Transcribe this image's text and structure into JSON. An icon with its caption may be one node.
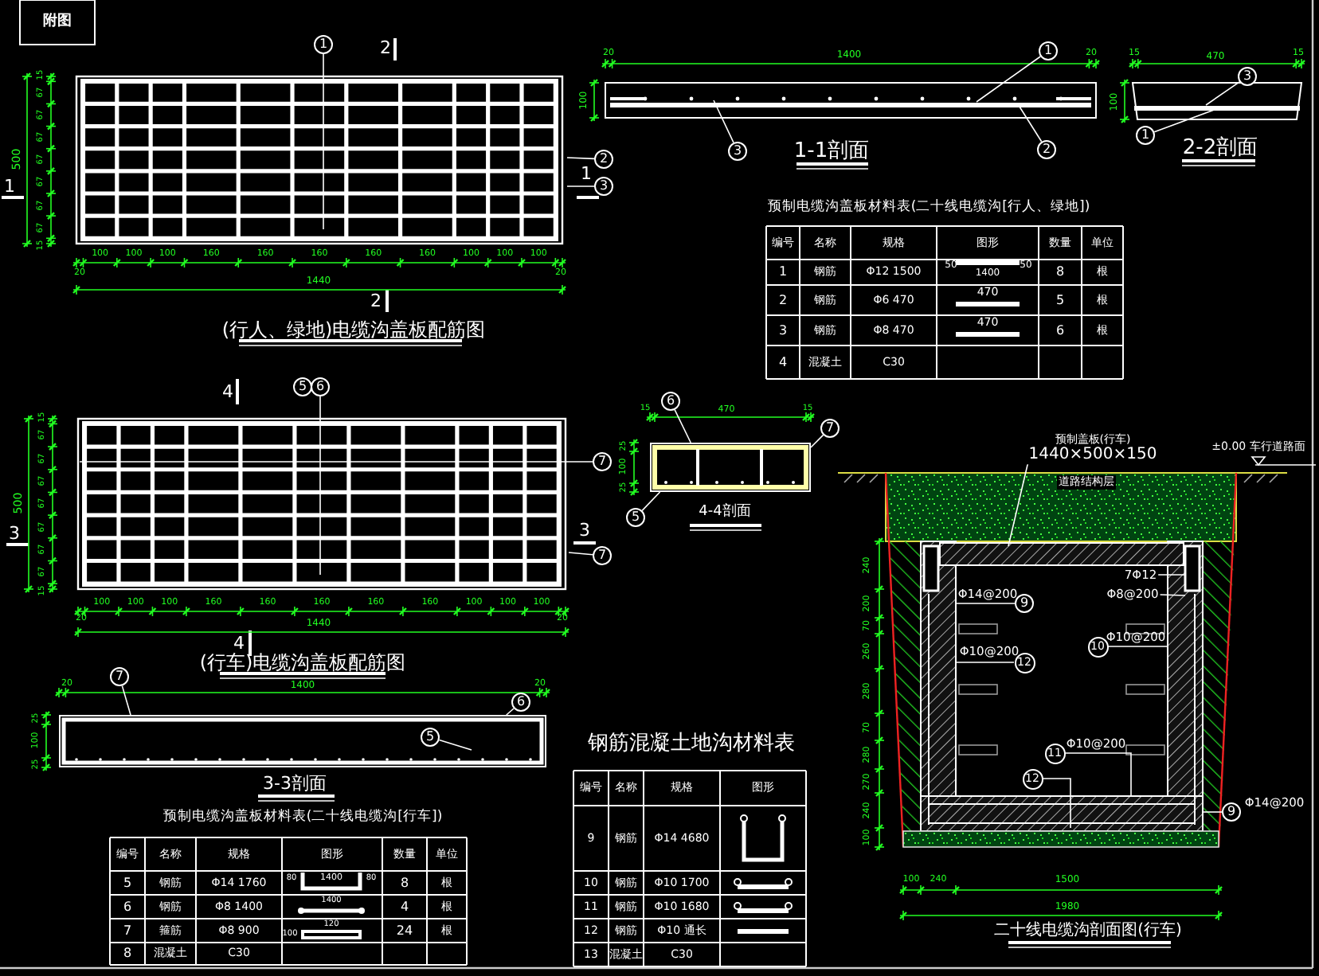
{
  "diagram": {
    "nodes": [
      {
        "text": [
          "1"
        ]
      },
      {
        "text": [
          "2"
        ]
      },
      {
        "text": [
          "3"
        ]
      },
      {
        "text": [
          "1"
        ]
      },
      {
        "text": [
          "3"
        ]
      },
      {
        "text": [
          "2"
        ]
      },
      {
        "text": [
          "3"
        ]
      },
      {
        "text": [
          "1"
        ]
      },
      {
        "text": [
          "5"
        ]
      },
      {
        "text": [
          "6"
        ]
      },
      {
        "text": [
          "7"
        ]
      },
      {
        "text": [
          "7"
        ]
      },
      {
        "text": [],
        "shape": "box",
        "beside": [
          "4-4剖面"
        ]
      },
      {
        "text": [
          "6"
        ]
      },
      {
        "text": [
          "7"
        ]
      },
      {
        "text": [
          "5"
        ]
      },
      {
        "text": [],
        "shape": "box",
        "beside": [
          "3-3剖面"
        ]
      },
      {
        "text": [
          "7"
        ]
      },
      {
        "text": [
          "6"
        ]
      },
      {
        "text": [
          "5"
        ],
        "in": 16
      },
      {
        "text": [
          "9"
        ],
        "beside": [
          "Φ14@200"
        ]
      },
      {
        "text": [
          "12"
        ],
        "beside": [
          "Φ10@200"
        ]
      },
      {
        "text": [
          "10"
        ],
        "beside": [
          "Φ10@200"
        ]
      },
      {
        "text": [
          "11"
        ],
        "beside": [
          "Φ10@200"
        ]
      },
      {
        "text": [
          "12"
        ]
      },
      {
        "text": [
          "9"
        ],
        "beside": [
          "Φ14@200"
        ]
      },
      {
        "text": [
          "7Φ12"
        ]
      },
      {
        "text": [
          "Φ8@200"
        ]
      },
      {
        "text": [
          "预制盖板(行车)",
          "1440×500×150"
        ]
      }
    ],
    "edges": [
      {
        "from": 0,
        "to": null,
        "arrow": "none"
      },
      {
        "from": 1,
        "to": null,
        "arrow": "none"
      },
      {
        "from": 2,
        "to": null,
        "arrow": "none"
      },
      {
        "from": 3,
        "to": null,
        "arrow": "none"
      },
      {
        "from": 4,
        "to": null,
        "arrow": "none"
      },
      {
        "from": 5,
        "to": null,
        "arrow": "none"
      },
      {
        "from": 6,
        "to": null,
        "arrow": "none"
      },
      {
        "from": 7,
        "to": null,
        "arrow": "none"
      },
      {
        "from": 9,
        "to": null,
        "arrow": "none"
      },
      {
        "from": 10,
        "to": null,
        "arrow": "none"
      },
      {
        "from": 11,
        "to": null,
        "arrow": "none"
      },
      {
        "from": 13,
        "to": 12,
        "arrow": "none"
      },
      {
        "from": 14,
        "to": 12,
        "arrow": "none"
      },
      {
        "from": 15,
        "to": 12,
        "arrow": "none"
      },
      {
        "from": 17,
        "to": 16,
        "arrow": "none"
      },
      {
        "from": 18,
        "to": 16,
        "arrow": "none"
      },
      {
        "from": 19,
        "to": null,
        "arrow": "none"
      },
      {
        "from": 20,
        "to": null,
        "arrow": "none"
      },
      {
        "from": 21,
        "to": null,
        "arrow": "none"
      },
      {
        "from": 22,
        "to": null,
        "arrow": "none"
      },
      {
        "from": 23,
        "to": null,
        "arrow": "none"
      },
      {
        "from": 24,
        "to": null,
        "arrow": "none"
      },
      {
        "from": 25,
        "to": null,
        "arrow": "none"
      },
      {
        "from": 26,
        "to": null,
        "arrow": "none"
      },
      {
        "from": 27,
        "to": null,
        "arrow": "none"
      },
      {
        "from": 28,
        "to": null,
        "arrow": "none"
      }
    ],
    "labels": [
      "附图",
      "2",
      "2",
      "1",
      "1",
      "15",
      "67",
      "67",
      "67",
      "67",
      "67",
      "67",
      "67",
      "15",
      "500",
      "100",
      "100",
      "100",
      "160",
      "160",
      "160",
      "160",
      "160",
      "100",
      "100",
      "100",
      "20",
      "20",
      "1440",
      "(行人、绿地)电缆沟盖板配筋图",
      "20",
      "1400",
      "20",
      "100",
      "1-1剖面",
      "15",
      "470",
      "15",
      "100",
      "2-2剖面",
      "预制电缆沟盖板材料表(二十线电缆沟[行人、绿地])",
      "编号",
      "名称",
      "规格",
      "图形",
      "数量",
      "单位",
      "1",
      "钢筋",
      "Φ12 1500",
      "50",
      "1400",
      "50",
      "8",
      "根",
      "2",
      "钢筋",
      "Φ6 470",
      "470",
      "5",
      "根",
      "3",
      "钢筋",
      "Φ8 470",
      "470",
      "6",
      "根",
      "4",
      "混凝土",
      "C30",
      "4",
      "4",
      "3",
      "3",
      "15",
      "67",
      "67",
      "67",
      "67",
      "67",
      "67",
      "67",
      "15",
      "500",
      "100",
      "100",
      "100",
      "160",
      "160",
      "160",
      "160",
      "160",
      "100",
      "100",
      "100",
      "20",
      "20",
      "1440",
      "(行车)电缆沟盖板配筋图",
      "15",
      "470",
      "15",
      "25",
      "100",
      "25",
      "20",
      "1400",
      "20",
      "25",
      "100",
      "25",
      "预制电缆沟盖板材料表(二十线电缆沟[行车])",
      "编号",
      "名称",
      "规格",
      "图形",
      "数量",
      "单位",
      "5",
      "钢筋",
      "Φ14 1760",
      "80",
      "1400",
      "80",
      "8",
      "根",
      "6",
      "钢筋",
      "Φ8 1400",
      "1400",
      "4",
      "根",
      "7",
      "箍筋",
      "Φ8 900",
      "100",
      "120",
      "24",
      "根",
      "8",
      "混凝土",
      "C30",
      "钢筋混凝土地沟材料表",
      "编号",
      "名称",
      "规格",
      "图形",
      "9",
      "钢筋",
      "Φ14 4680",
      "10",
      "钢筋",
      "Φ10 1700",
      "11",
      "钢筋",
      "Φ10 1680",
      "12",
      "钢筋",
      "Φ10 通长",
      "13",
      "混凝土",
      "C30",
      "±0.00 车行道路面",
      "道路结构层",
      "240",
      "200",
      "70",
      "260",
      "280",
      "70",
      "280",
      "270",
      "240",
      "100",
      "100",
      "240",
      "1500",
      "1980",
      "二十线电缆沟剖面图(行车)"
    ]
  }
}
